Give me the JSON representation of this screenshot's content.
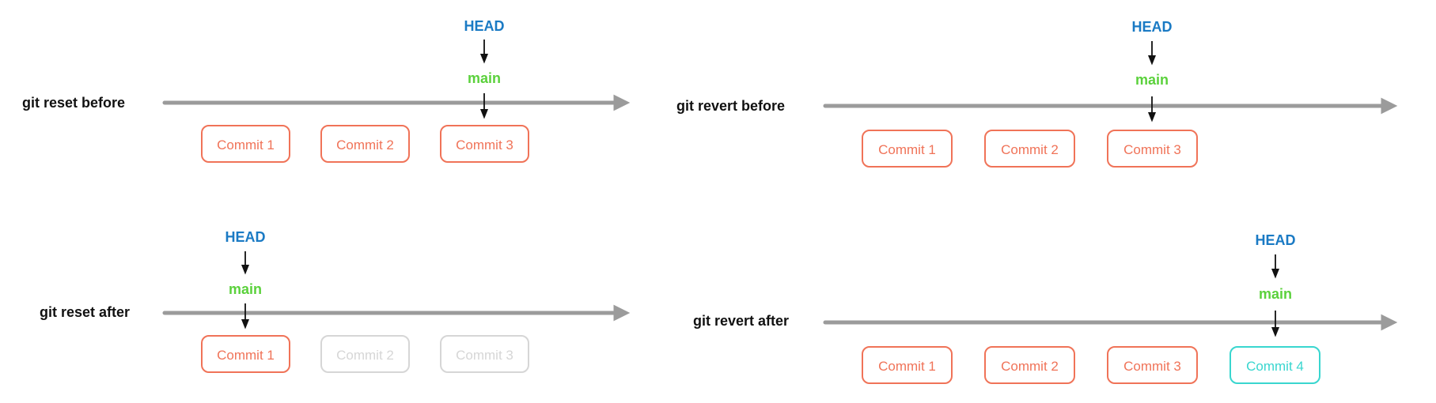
{
  "colors": {
    "head": "#1a7ac4",
    "branch": "#5bd13c",
    "commit": "#f07358",
    "commit_faded": "#d6d6d6",
    "commit_new": "#39d6cf",
    "timeline": "#9b9b9b",
    "label": "#111111"
  },
  "panels": {
    "reset_before": {
      "label": "git reset before",
      "head": "HEAD",
      "branch": "main",
      "commits": [
        {
          "label": "Commit 1",
          "state": "normal"
        },
        {
          "label": "Commit 2",
          "state": "normal"
        },
        {
          "label": "Commit 3",
          "state": "normal"
        }
      ],
      "head_index": 2
    },
    "revert_before": {
      "label": "git revert before",
      "head": "HEAD",
      "branch": "main",
      "commits": [
        {
          "label": "Commit 1",
          "state": "normal"
        },
        {
          "label": "Commit 2",
          "state": "normal"
        },
        {
          "label": "Commit 3",
          "state": "normal"
        }
      ],
      "head_index": 2
    },
    "reset_after": {
      "label": "git reset after",
      "head": "HEAD",
      "branch": "main",
      "commits": [
        {
          "label": "Commit 1",
          "state": "normal"
        },
        {
          "label": "Commit 2",
          "state": "faded"
        },
        {
          "label": "Commit 3",
          "state": "faded"
        }
      ],
      "head_index": 0
    },
    "revert_after": {
      "label": "git revert after",
      "head": "HEAD",
      "branch": "main",
      "commits": [
        {
          "label": "Commit 1",
          "state": "normal"
        },
        {
          "label": "Commit 2",
          "state": "normal"
        },
        {
          "label": "Commit 3",
          "state": "normal"
        },
        {
          "label": "Commit 4",
          "state": "new"
        }
      ],
      "head_index": 3
    }
  }
}
